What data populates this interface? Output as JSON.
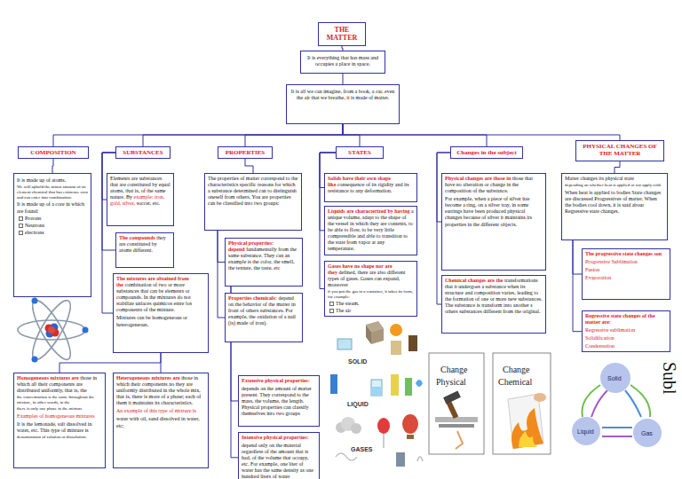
{
  "diagram": {
    "nodes": [
      {
        "text": [
          "THE MATTER"
        ]
      },
      {
        "text": [
          "It is everything that has mass and occupies a place in space."
        ]
      },
      {
        "text": [
          "It is all we can imagine, from a book, a car, even the air that we breathe, it is made of matter."
        ]
      },
      {
        "text": [
          "COMPOSITION"
        ]
      },
      {
        "text": [
          "SUBSTANCES"
        ]
      },
      {
        "text": [
          "PROPERTIES"
        ]
      },
      {
        "text": [
          "STATES"
        ]
      },
      {
        "text": [
          "Changes in the subject"
        ]
      },
      {
        "text": [
          "PHYSICAL CHANGES OF THE MATTER"
        ]
      },
      {
        "text": [
          "It is made up of atoms.",
          "We will uphold the minor amount of an element chemical that has existence own and can enter into combination.",
          "It is made up of a core in which are found:",
          "Protons",
          "Neutrons",
          "electrons"
        ]
      },
      {
        "text": [
          "Elements are substances that are constituted by equal atoms, that is, of the same nature. By",
          "example: iron, gold, silver,",
          "soccer, etc."
        ]
      },
      {
        "text": [
          "The compounds",
          "they are constituted by atoms different."
        ]
      },
      {
        "text": [
          "The mixtures are obtained from the",
          "combination of two or more substances that can be elements or compounds. In the mixtures do not stabilize unlaces quimicos entre los components of the mixture.",
          "Mixtures can be homogeneous or heterogeneous."
        ]
      },
      {
        "text": [
          "Homogeneous mixtures are",
          "those in which all their components are distributed uniformly, that is, the",
          "the concentration is the same throughout the mixture, in other words, in the",
          "there is only one phase in the mixture",
          "Examples of homogeneous mixtures",
          "It is the lemonade, salt dissolved in water, etc. This type of mixture is",
          "denomination of solution or dissolution."
        ]
      },
      {
        "text": [
          "Heterogeneous mixtures are",
          "those in which their components no they are uniformly distributed in the whole mix, that is, there is more of a phase; each of them it maintains its characteristics.",
          "An example of this type of mixture is",
          "water with oil, sand dissolved in water, etc;"
        ]
      },
      {
        "text": [
          "The properties of matter correspond to the characteristics specific reasons for which a substance determined can to distinguish oneself from others. You are properties can be classified into two groups:"
        ]
      },
      {
        "text": [
          "Physical properties: depend",
          "fundamentally from the same substance. They can an example is the color, the smell, the texture, the taste, etc"
        ]
      },
      {
        "text": [
          "Properties chemicals:",
          "depend on the behavior of the matter in front of others substances. For example, the oxidation of a nail (is) made of iron)."
        ]
      },
      {
        "text": [
          "Extensive physical properties:",
          "depends on the amount of matter present. They correspond to the mass, the volume, the length. Physical properties can classify themselves into two groups"
        ]
      },
      {
        "text": [
          "Intensive physical properties:",
          "depend only on the material regardless of the amount that is had, of the volume that occupy, etc. For example, one liter of water has the same density as one hundred liters of water"
        ]
      },
      {
        "text": [
          "Solids have their own shape like",
          "consequence of its rigidity and its resistance to any deformation."
        ]
      },
      {
        "text": [
          "Liquids are characterized by having",
          "a unique volume, adapt to the shape of the vessel in which they are contents, to be able to flow, to be very little compressible and able to transition to the state from vapor at any temperature."
        ]
      },
      {
        "text": [
          "Gases have no shape nor are they",
          "defined, there are also different types of gases. Gases can expand, moreover",
          "if you put the gas in a container, it takes its form, for example:",
          "The steam.",
          "The air"
        ]
      },
      {
        "text": [
          "Physical changes are those in",
          "those that have no alteration or change in the composition of the substance.",
          "For example, when a piece of silver has become a ring, on a silver tray, in some earrings have been produced physical changes because of silver it maintains its properties in the different objects."
        ]
      },
      {
        "text": [
          "Chemical changes are the",
          "transformations that it undergoes a substance when its structure and composition varies, leading to the formation of one or more new substances. The substance is transform into another s others substances different from the original."
        ]
      },
      {
        "text": [
          "Matter changes its physical state",
          "depending on whether heat is applied or not apply cold.",
          "When heat is applied to bodies State changes are discussed Progressives of matter. When the bodies cool down, it is said about Regressive state changes."
        ]
      },
      {
        "text": [
          "The progressive state changes son",
          "Progressive Sublimation",
          "Fusion",
          "Evaporation"
        ]
      },
      {
        "text": [
          "Regressive state changes of the matter are:",
          "Regressive sublimation",
          "Solidification",
          "Condensation"
        ]
      }
    ],
    "edges": [
      {
        "from": 0,
        "to": 1,
        "arrow": "none"
      },
      {
        "from": 1,
        "to": 2,
        "arrow": "none"
      },
      {
        "from": 2,
        "to": 3,
        "arrow": "none"
      },
      {
        "from": 2,
        "to": 4,
        "arrow": "none"
      },
      {
        "from": 2,
        "to": 5,
        "arrow": "none"
      },
      {
        "from": 2,
        "to": 6,
        "arrow": "none"
      },
      {
        "from": 2,
        "to": 7,
        "arrow": "none"
      },
      {
        "from": 2,
        "to": 8,
        "arrow": "none"
      },
      {
        "from": 3,
        "to": 9,
        "arrow": "none"
      },
      {
        "from": 4,
        "to": 10,
        "arrow": "none"
      },
      {
        "from": 4,
        "to": 11,
        "arrow": "none"
      },
      {
        "from": 4,
        "to": 12,
        "arrow": "none"
      },
      {
        "from": 12,
        "to": 13,
        "arrow": "none"
      },
      {
        "from": 12,
        "to": 14,
        "arrow": "none"
      },
      {
        "from": 5,
        "to": 15,
        "arrow": "none"
      },
      {
        "from": 15,
        "to": 16,
        "arrow": "none"
      },
      {
        "from": 15,
        "to": 17,
        "arrow": "none"
      },
      {
        "from": 16,
        "to": 18,
        "arrow": "none"
      },
      {
        "from": 16,
        "to": 19,
        "arrow": "none"
      },
      {
        "from": 6,
        "to": 20,
        "arrow": "none"
      },
      {
        "from": 6,
        "to": 21,
        "arrow": "none"
      },
      {
        "from": 6,
        "to": 22,
        "arrow": "none"
      },
      {
        "from": 7,
        "to": 23,
        "arrow": "none"
      },
      {
        "from": 7,
        "to": 24,
        "arrow": "none"
      },
      {
        "from": 8,
        "to": 25,
        "arrow": "none"
      },
      {
        "from": 25,
        "to": 26,
        "arrow": "none"
      },
      {
        "from": 25,
        "to": 27,
        "arrow": "none"
      }
    ],
    "labels": [
      "SOLID",
      "LIQUID",
      "GASES",
      "Change",
      "Physical",
      "Change",
      "Chemical",
      "Solid",
      "Liquid",
      "Gas",
      "Subl"
    ]
  }
}
